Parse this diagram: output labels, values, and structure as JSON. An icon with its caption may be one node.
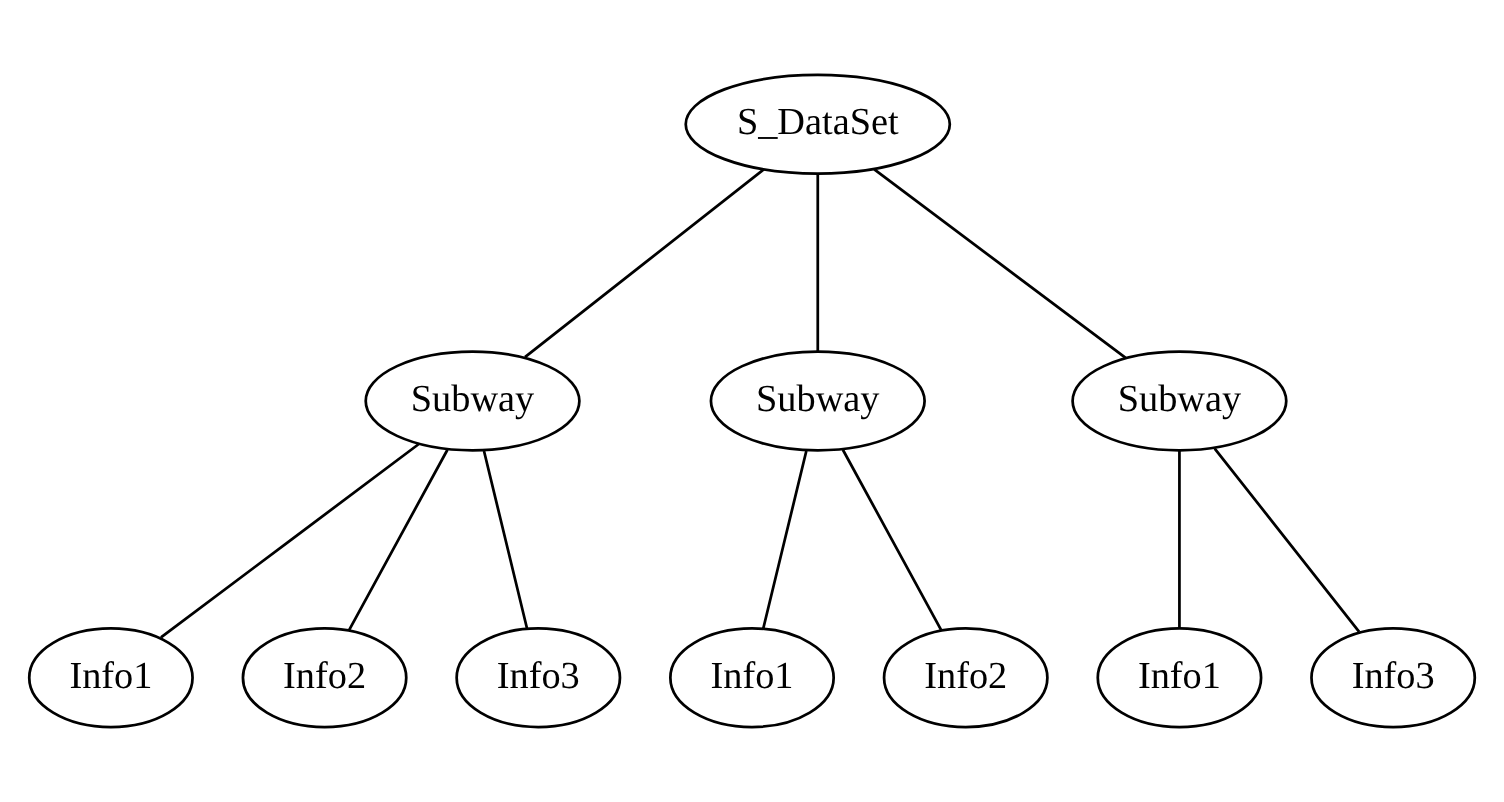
{
  "diagram": {
    "nodes": [
      {
        "text": [
          "S_DataSet"
        ]
      },
      {
        "text": [
          "Subway"
        ]
      },
      {
        "text": [
          "Subway"
        ]
      },
      {
        "text": [
          "Subway"
        ]
      },
      {
        "text": [
          "Info1"
        ]
      },
      {
        "text": [
          "Info2"
        ]
      },
      {
        "text": [
          "Info3"
        ]
      },
      {
        "text": [
          "Info1"
        ]
      },
      {
        "text": [
          "Info2"
        ]
      },
      {
        "text": [
          "Info1"
        ]
      },
      {
        "text": [
          "Info3"
        ]
      }
    ],
    "edges": [
      {
        "from": 0,
        "to": 1,
        "arrow": "none"
      },
      {
        "from": 0,
        "to": 2,
        "arrow": "none"
      },
      {
        "from": 0,
        "to": 3,
        "arrow": "none"
      },
      {
        "from": 1,
        "to": 4,
        "arrow": "none"
      },
      {
        "from": 1,
        "to": 5,
        "arrow": "none"
      },
      {
        "from": 1,
        "to": 6,
        "arrow": "none"
      },
      {
        "from": 2,
        "to": 7,
        "arrow": "none"
      },
      {
        "from": 2,
        "to": 8,
        "arrow": "none"
      },
      {
        "from": 3,
        "to": 9,
        "arrow": "none"
      },
      {
        "from": 3,
        "to": 10,
        "arrow": "none"
      }
    ]
  }
}
